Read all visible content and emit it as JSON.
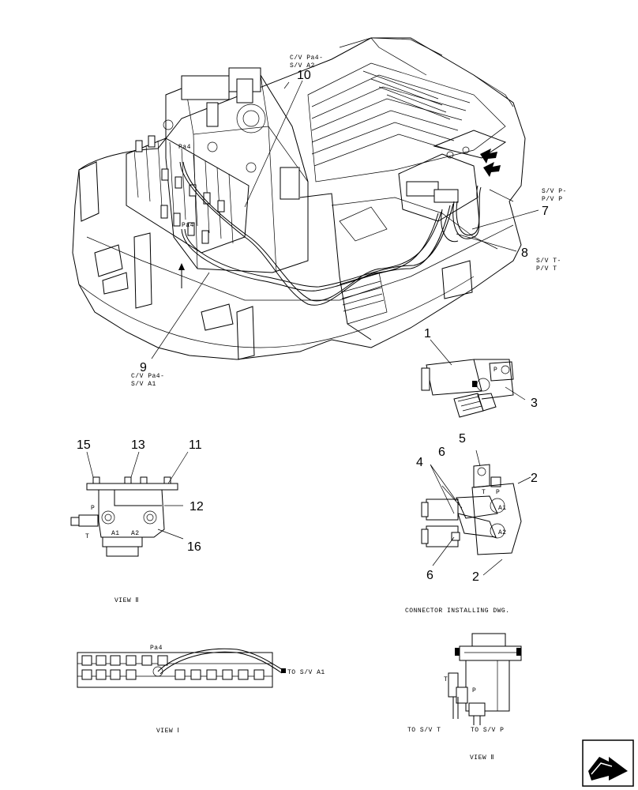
{
  "callouts": {
    "n1": "1",
    "n2a": "2",
    "n2b": "2",
    "n3": "3",
    "n4": "4",
    "n5": "5",
    "n6a": "6",
    "n6b": "6",
    "n7": "7",
    "n8": "8",
    "n9": "9",
    "n10": "10",
    "n11": "11",
    "n12": "12",
    "n13": "13",
    "n15": "15",
    "n16": "16"
  },
  "labels": {
    "cv_pa4_sva2_l1": "C/V Pa4-",
    "cv_pa4_sva2_l2": "S/V A2",
    "cv_pa4_sva1_l1": "C/V Pa4-",
    "cv_pa4_sva1_l2": "S/V A1",
    "svp_pvp_l1": "S/V P-",
    "svp_pvp_l2": "P/V P",
    "svt_pvt_l1": "S/V T-",
    "svt_pvt_l2": "P/V T",
    "pa4_top": "Pa4",
    "pa4_left": "Pa4",
    "pa4_view1": "Pa4",
    "port_p": "P",
    "port_t": "T",
    "port_a1": "A1",
    "port_a2": "A2",
    "conn_t": "T",
    "conn_p": "P",
    "conn_a1": "A1",
    "conn_a2": "A2",
    "view2_t": "T",
    "view2_p": "P",
    "to_sv_a1": "TO S/V A1",
    "to_sv_t": "TO S/V T",
    "to_sv_p": "TO S/V P"
  },
  "captions": {
    "view_ii_left": "VIEW Ⅱ",
    "connector_dwg": "CONNECTOR INSTALLING DWG.",
    "view_i": "VIEW Ⅰ",
    "view_ii_right": "VIEW Ⅱ"
  },
  "nav_icon": "next-page-arrow-icon"
}
